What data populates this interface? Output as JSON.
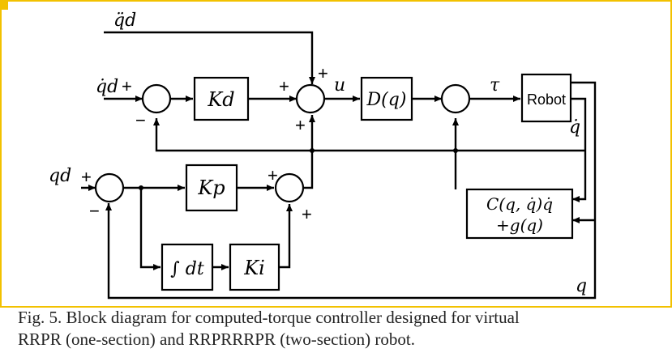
{
  "figure": {
    "caption_line1": "Fig. 5.  Block diagram for computed-torque controller designed for virtual",
    "caption_line2": "RRPR (one-section) and RRPRRRPR (two-section) robot."
  },
  "signals": {
    "qdd_d": "q̈d",
    "qd_dot": "q̇d",
    "q_d": "qd",
    "u": "u",
    "tau": "τ",
    "q_dot": "q̇",
    "q": "q"
  },
  "blocks": {
    "kd": "Kd",
    "kp": "Kp",
    "ki": "Ki",
    "integral": "∫ dt",
    "inertia": "D(q)",
    "robot": "Robot",
    "coriolis_line1": "C(q, q̇)q̇",
    "coriolis_line2": "+g(q)"
  },
  "signs": {
    "sum_vel_in": "+",
    "sum_vel_fb": "−",
    "sum_main_top": "+",
    "sum_main_left": "+",
    "sum_main_bottom": "+",
    "sum_pos_in": "+",
    "sum_pos_fb": "−",
    "sum_pid_top": "+",
    "sum_pid_bottom": "+"
  }
}
